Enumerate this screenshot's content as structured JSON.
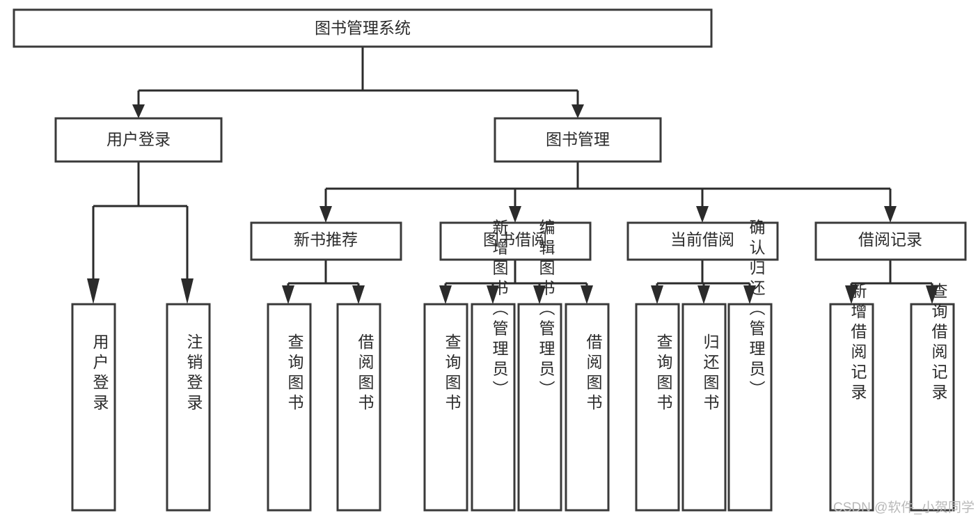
{
  "diagram": {
    "type": "hierarchy-tree",
    "title": "图书管理系统",
    "orientation": "top-down",
    "levels": 3
  },
  "root": {
    "label": "图书管理系统"
  },
  "level2": {
    "user_login": {
      "label": "用户登录"
    },
    "book_manage": {
      "label": "图书管理"
    }
  },
  "level3": {
    "new_book_rec": {
      "label": "新书推荐"
    },
    "book_borrow": {
      "label": "图书借阅"
    },
    "current_borrow": {
      "label": "当前借阅"
    },
    "borrow_record": {
      "label": "借阅记录"
    }
  },
  "leaves": {
    "user_login_1": {
      "label": "用户登录"
    },
    "user_login_2": {
      "label": "注销登录"
    },
    "new_book_1": {
      "label": "查询图书"
    },
    "new_book_2": {
      "label": "借阅图书"
    },
    "borrow_1": {
      "label": "查询图书"
    },
    "borrow_2": {
      "label": "新增图书（管理员）"
    },
    "borrow_3": {
      "label": "编辑图书（管理员）"
    },
    "borrow_4": {
      "label": "借阅图书"
    },
    "current_1": {
      "label": "查询图书"
    },
    "current_2": {
      "label": "归还图书"
    },
    "current_3": {
      "label": "确认归还（管理员）"
    },
    "record_1": {
      "label": "新增借阅记录"
    },
    "record_2": {
      "label": "查询借阅记录"
    }
  },
  "watermark": {
    "text": "CSDN @软件_小贺同学"
  },
  "colors": {
    "background": "#ffffff",
    "box_fill": "#ffffff",
    "box_stroke": "#3a3a3a",
    "connector": "#2b2b2b",
    "text": "#2b2b2b",
    "watermark": "#b9b9b9"
  }
}
